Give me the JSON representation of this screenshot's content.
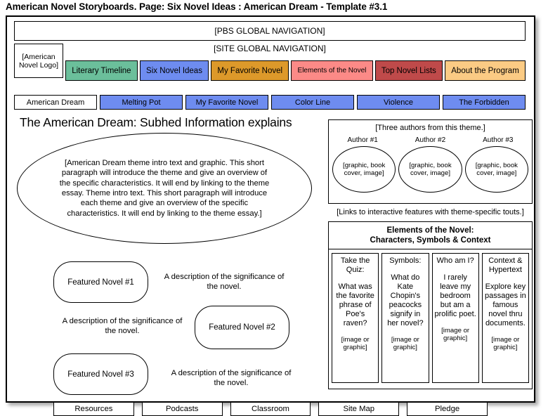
{
  "page_title": "American Novel Storyboards. Page: Six Novel Ideas : American Dream - Template #3.1",
  "header": {
    "pbs_global_nav": "[PBS GLOBAL NAVIGATION]",
    "site_global_nav": "[SITE GLOBAL NAVIGATION]",
    "logo": "[American Novel Logo]"
  },
  "main_nav": [
    {
      "label": "Literary Timeline",
      "color": "#6BBF9B",
      "small": false
    },
    {
      "label": "Six Novel Ideas",
      "color": "#6E8CF0",
      "small": false
    },
    {
      "label": "My Favorite Novel",
      "color": "#DD992A",
      "small": false
    },
    {
      "label": "Elements of the Novel",
      "color": "#FC8A87",
      "small": true
    },
    {
      "label": "Top Novel Lists",
      "color": "#BF4A4A",
      "small": false
    },
    {
      "label": "About the Program",
      "color": "#FBCB84",
      "small": false
    }
  ],
  "sub_nav": [
    {
      "label": "American Dream",
      "active": true
    },
    {
      "label": "Melting Pot",
      "active": false
    },
    {
      "label": "My Favorite Novel",
      "active": false
    },
    {
      "label": "Color Line",
      "active": false
    },
    {
      "label": "Violence",
      "active": false
    },
    {
      "label": "The Forbidden",
      "active": false
    }
  ],
  "content": {
    "subhead": "The American Dream: Subhed Information explains",
    "intro_text": "[American Dream theme intro text and graphic. This short paragraph will introduce the theme and give an overview of the specific characteristics. It will end by linking to the theme essay. Theme intro text. This short paragraph will introduce each theme and give an overview of the specific characteristics. It will end by linking to the theme essay.]",
    "featured": [
      {
        "label": "Featured Novel #1",
        "description": "A description of the significance of the novel."
      },
      {
        "label": "Featured Novel #2",
        "description": "A description of the significance of the novel."
      },
      {
        "label": "Featured Novel #3",
        "description": "A description of the significance of the novel."
      }
    ]
  },
  "authors": {
    "title": "[Three authors from this theme.]",
    "items": [
      {
        "name": "Author #1",
        "placeholder": "[graphic, book cover, image]"
      },
      {
        "name": "Author #2",
        "placeholder": "[graphic, book cover, image]"
      },
      {
        "name": "Author #3",
        "placeholder": "[graphic, book cover, image]"
      }
    ]
  },
  "links_caption": "[Links to interactive features with theme-specific touts.]",
  "elements": {
    "heading_line1": "Elements of the Novel:",
    "heading_line2": "Characters, Symbols & Context",
    "columns": [
      {
        "head": "Take the Quiz:",
        "body": "What was the favorite phrase of Poe's raven?",
        "image": "[image or graphic]"
      },
      {
        "head": "Symbols:",
        "body": "What do Kate Chopin's peacocks signify in her novel?",
        "image": "[image or graphic]"
      },
      {
        "head": "Who am I?",
        "body": "I rarely leave my bedroom but am a prolific poet.",
        "image": "[image or graphic]"
      },
      {
        "head": "Context & Hypertext",
        "body": "Explore key passages in famous novel thru documents.",
        "image": "[image or graphic]"
      }
    ]
  },
  "footer": [
    {
      "label": "Resources"
    },
    {
      "label": "Podcasts"
    },
    {
      "label": "Classroom"
    },
    {
      "label": "Site Map"
    },
    {
      "label": "Pledge"
    }
  ]
}
